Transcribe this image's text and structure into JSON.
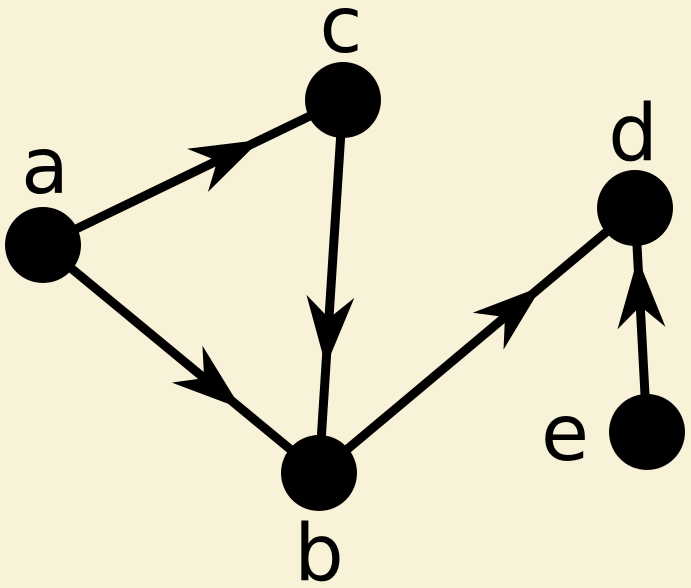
{
  "diagram": {
    "type": "directed-graph",
    "background": "#f8f2d9",
    "node_color": "#000000",
    "edge_color": "#000000",
    "nodes": [
      {
        "id": "a",
        "label": "a"
      },
      {
        "id": "b",
        "label": "b"
      },
      {
        "id": "c",
        "label": "c"
      },
      {
        "id": "d",
        "label": "d"
      },
      {
        "id": "e",
        "label": "e"
      }
    ],
    "edges": [
      {
        "from": "a",
        "to": "c"
      },
      {
        "from": "a",
        "to": "b"
      },
      {
        "from": "c",
        "to": "b"
      },
      {
        "from": "b",
        "to": "d"
      },
      {
        "from": "e",
        "to": "d"
      }
    ]
  }
}
